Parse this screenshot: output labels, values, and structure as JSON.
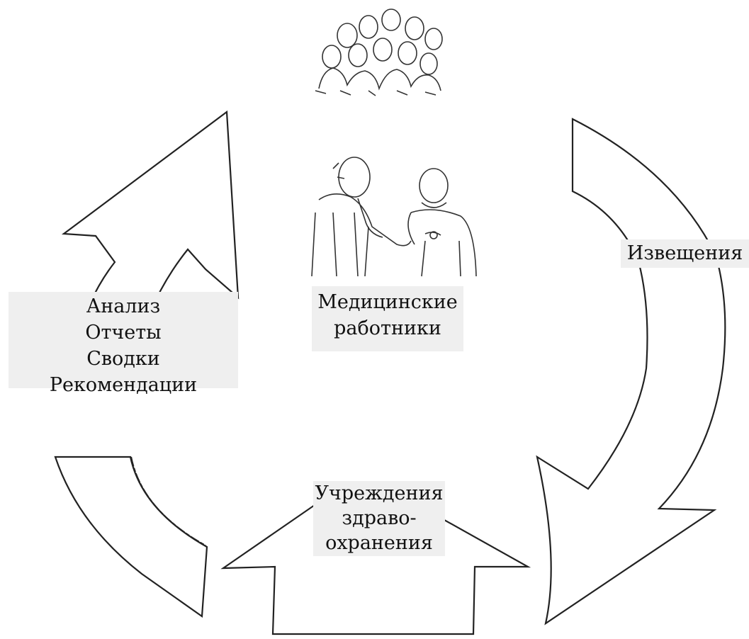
{
  "labels": {
    "analysis": [
      "Анализ",
      "Отчеты",
      "Сводки",
      "Рекомендации"
    ],
    "medical_workers": [
      "Медицинские",
      "работники"
    ],
    "notifications": [
      "Извещения"
    ],
    "healthcare_institutions": [
      "Учреждения",
      "здраво-",
      "охранения"
    ]
  },
  "icons": {
    "crowd": "crowd-icon",
    "doctor_patient": "doctor-patient-icon"
  }
}
